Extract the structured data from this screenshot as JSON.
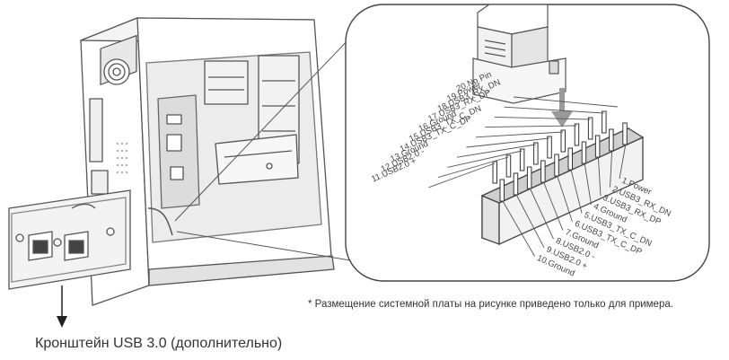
{
  "header_pins_top": [
    "20.No Pin",
    "19.Power",
    "18.USB3_RX_DN",
    "17.USB3_RX_DP",
    "16.Ground",
    "15.USB3_TX_C_DN",
    "14.USB3_TX_C_DP",
    "13.Ground",
    "12.USB2.0 -",
    "11.USB2.0 +"
  ],
  "header_pins_bottom": [
    "1.Power",
    "2.USB3_RX_DN",
    "3.USB3_RX_DP",
    "4.Ground",
    "5.USB3_TX_C_DN",
    "6.USB3_TX_C_DP",
    "7.Ground",
    "8.USB2.0 -",
    "9.USB2.0 +",
    "10.Ground"
  ],
  "note": "* Размещение системной платы на рисунке приведено только для примера.",
  "caption": "Кронштейн USB 3.0 (дополнительно)",
  "colors": {
    "line": "#555555",
    "arrow": "#9a9a9a",
    "text": "#333333"
  }
}
